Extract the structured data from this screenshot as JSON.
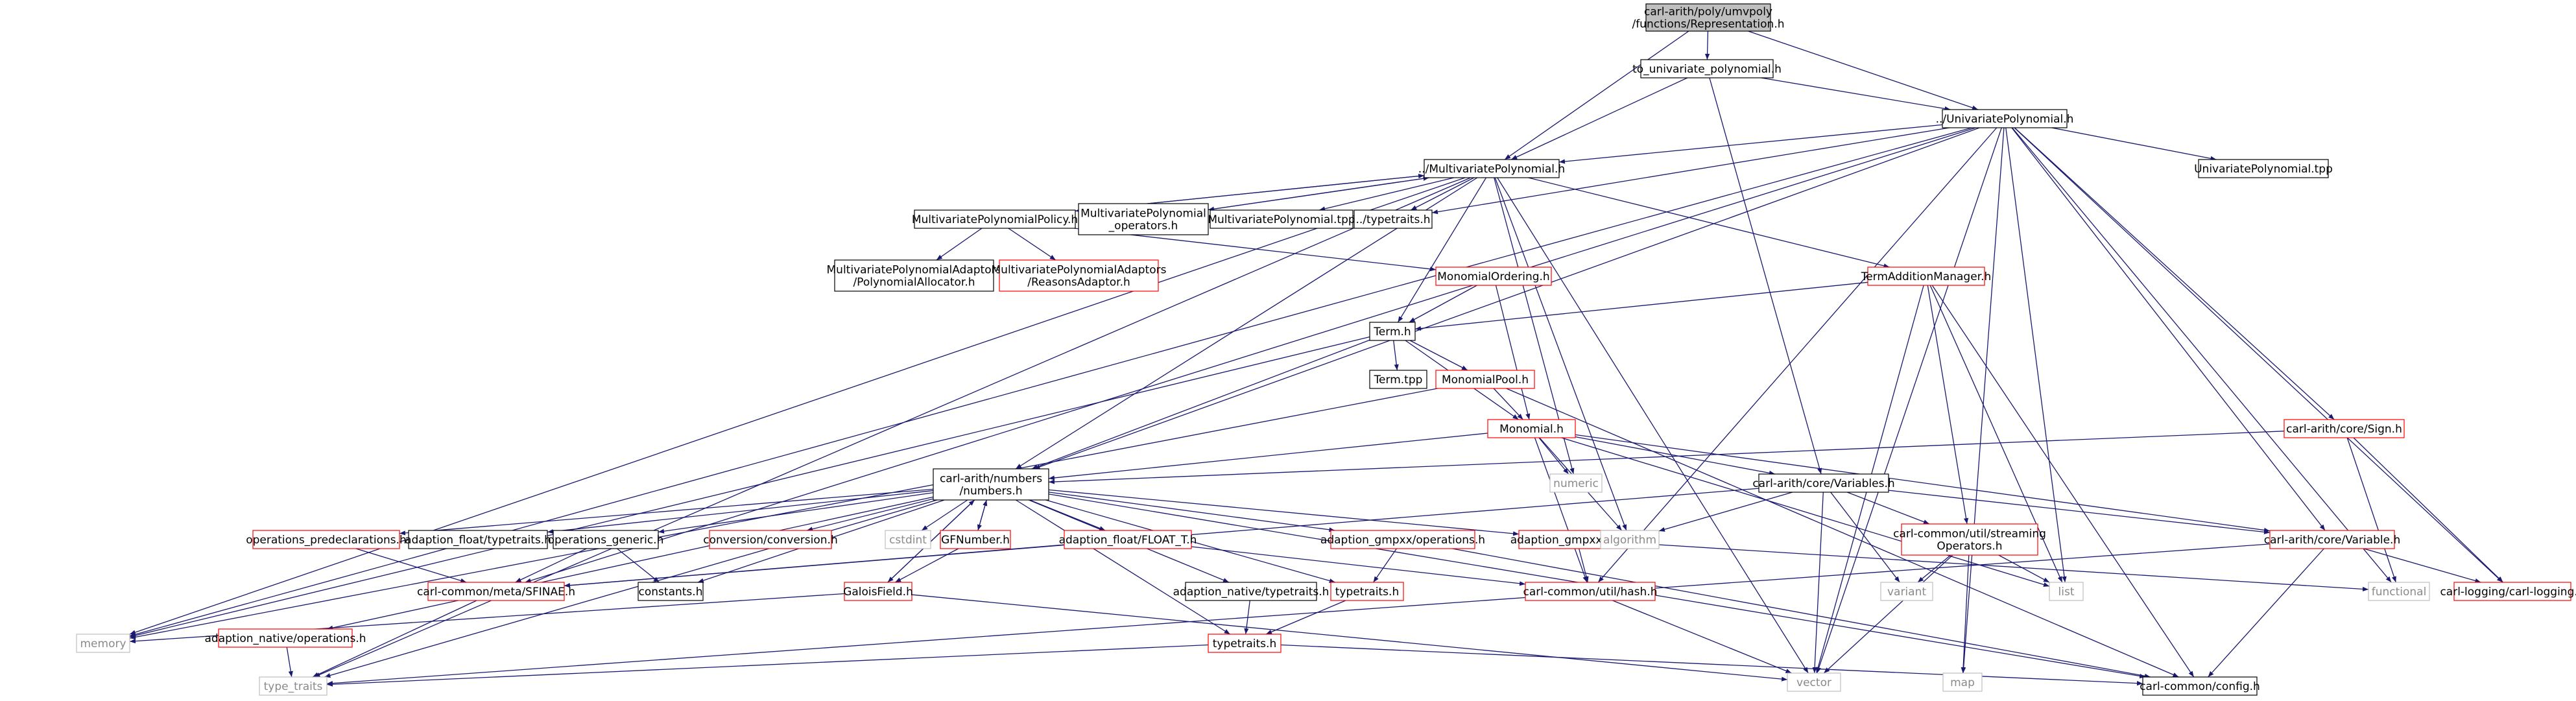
{
  "diagram": {
    "kind": "include-dependency-graph",
    "colors": {
      "edge": "#191970",
      "node_border_default": "#000000",
      "node_border_truncated": "#ff0000",
      "node_border_system": "#bfbfbf",
      "root_fill": "#bfbfbf",
      "text_default": "#000000",
      "text_system": "#8a8a8a"
    },
    "nodes": [
      {
        "id": "root",
        "lines": [
          "carl-arith/poly/umvpoly",
          "/functions/Representation.h"
        ],
        "style": "root"
      },
      {
        "id": "to_univ",
        "lines": [
          "to_univariate_polynomial.h"
        ],
        "style": "default"
      },
      {
        "id": "univ",
        "lines": [
          "../UnivariatePolynomial.h"
        ],
        "style": "default"
      },
      {
        "id": "multi",
        "lines": [
          "../MultivariatePolynomial.h"
        ],
        "style": "default"
      },
      {
        "id": "univ_tpp",
        "lines": [
          "UnivariatePolynomial.tpp"
        ],
        "style": "default"
      },
      {
        "id": "mpp",
        "lines": [
          "MultivariatePolynomialPolicy.h"
        ],
        "style": "default"
      },
      {
        "id": "mp_ops",
        "lines": [
          "MultivariatePolynomial",
          "_operators.h"
        ],
        "style": "default"
      },
      {
        "id": "mp_tpp",
        "lines": [
          "MultivariatePolynomial.tpp"
        ],
        "style": "default"
      },
      {
        "id": "typetraits_up",
        "lines": [
          "../typetraits.h"
        ],
        "style": "default"
      },
      {
        "id": "mpa_alloc",
        "lines": [
          "MultivariatePolynomialAdaptors",
          "/PolynomialAllocator.h"
        ],
        "style": "default"
      },
      {
        "id": "mpa_reasons",
        "lines": [
          "MultivariatePolynomialAdaptors",
          "/ReasonsAdaptor.h"
        ],
        "style": "truncated"
      },
      {
        "id": "mono_order",
        "lines": [
          "MonomialOrdering.h"
        ],
        "style": "truncated"
      },
      {
        "id": "term_add",
        "lines": [
          "TermAdditionManager.h"
        ],
        "style": "truncated"
      },
      {
        "id": "term",
        "lines": [
          "Term.h"
        ],
        "style": "default"
      },
      {
        "id": "term_tpp",
        "lines": [
          "Term.tpp"
        ],
        "style": "default"
      },
      {
        "id": "mono_pool",
        "lines": [
          "MonomialPool.h"
        ],
        "style": "truncated"
      },
      {
        "id": "monomial",
        "lines": [
          "Monomial.h"
        ],
        "style": "truncated"
      },
      {
        "id": "sign",
        "lines": [
          "carl-arith/core/Sign.h"
        ],
        "style": "truncated"
      },
      {
        "id": "numbers",
        "lines": [
          "carl-arith/numbers",
          "/numbers.h"
        ],
        "style": "default"
      },
      {
        "id": "numeric",
        "lines": [
          "numeric"
        ],
        "style": "system"
      },
      {
        "id": "variables",
        "lines": [
          "carl-arith/core/Variables.h"
        ],
        "style": "default"
      },
      {
        "id": "ops_pre",
        "lines": [
          "operations_predeclarations.h"
        ],
        "style": "truncated"
      },
      {
        "id": "adapt_float_tt",
        "lines": [
          "adaption_float/typetraits.h"
        ],
        "style": "default"
      },
      {
        "id": "ops_generic",
        "lines": [
          "operations_generic.h"
        ],
        "style": "default"
      },
      {
        "id": "conversion",
        "lines": [
          "conversion/conversion.h"
        ],
        "style": "truncated"
      },
      {
        "id": "cstdint",
        "lines": [
          "cstdint"
        ],
        "style": "system"
      },
      {
        "id": "gfnumber",
        "lines": [
          "GFNumber.h"
        ],
        "style": "truncated"
      },
      {
        "id": "float_t",
        "lines": [
          "adaption_float/FLOAT_T.h"
        ],
        "style": "truncated"
      },
      {
        "id": "gmpxx_ops",
        "lines": [
          "adaption_gmpxx/operations.h"
        ],
        "style": "truncated"
      },
      {
        "id": "gmpxx_hash",
        "lines": [
          "adaption_gmpxx/hash.h"
        ],
        "style": "truncated"
      },
      {
        "id": "algorithm",
        "lines": [
          "algorithm"
        ],
        "style": "system"
      },
      {
        "id": "streaming",
        "lines": [
          "carl-common/util/streaming",
          "Operators.h"
        ],
        "style": "truncated"
      },
      {
        "id": "variable",
        "lines": [
          "carl-arith/core/Variable.h"
        ],
        "style": "truncated"
      },
      {
        "id": "sfinae",
        "lines": [
          "carl-common/meta/SFINAE.h"
        ],
        "style": "truncated"
      },
      {
        "id": "constants",
        "lines": [
          "constants.h"
        ],
        "style": "default"
      },
      {
        "id": "galois",
        "lines": [
          "GaloisField.h"
        ],
        "style": "truncated"
      },
      {
        "id": "native_tt",
        "lines": [
          "adaption_native/typetraits.h"
        ],
        "style": "default"
      },
      {
        "id": "typetraits_n",
        "lines": [
          "typetraits.h"
        ],
        "style": "truncated"
      },
      {
        "id": "hash",
        "lines": [
          "carl-common/util/hash.h"
        ],
        "style": "truncated"
      },
      {
        "id": "variant",
        "lines": [
          "variant"
        ],
        "style": "system"
      },
      {
        "id": "list",
        "lines": [
          "list"
        ],
        "style": "system"
      },
      {
        "id": "functional",
        "lines": [
          "functional"
        ],
        "style": "system"
      },
      {
        "id": "logging",
        "lines": [
          "carl-logging/carl-logging.h"
        ],
        "style": "truncated"
      },
      {
        "id": "memory",
        "lines": [
          "memory"
        ],
        "style": "system"
      },
      {
        "id": "native_ops",
        "lines": [
          "adaption_native/operations.h"
        ],
        "style": "truncated"
      },
      {
        "id": "typetraits_lo",
        "lines": [
          "typetraits.h"
        ],
        "style": "truncated"
      },
      {
        "id": "vector",
        "lines": [
          "vector"
        ],
        "style": "system"
      },
      {
        "id": "map",
        "lines": [
          "map"
        ],
        "style": "system"
      },
      {
        "id": "type_traits",
        "lines": [
          "type_traits"
        ],
        "style": "system"
      },
      {
        "id": "config",
        "lines": [
          "carl-common/config.h"
        ],
        "style": "default"
      }
    ],
    "edges": [
      [
        "root",
        "to_univ"
      ],
      [
        "root",
        "univ"
      ],
      [
        "root",
        "multi"
      ],
      [
        "to_univ",
        "univ"
      ],
      [
        "to_univ",
        "multi"
      ],
      [
        "to_univ",
        "variables"
      ],
      [
        "univ",
        "multi"
      ],
      [
        "univ",
        "univ_tpp"
      ],
      [
        "univ",
        "typetraits_up"
      ],
      [
        "univ",
        "numbers"
      ],
      [
        "univ",
        "sign"
      ],
      [
        "univ",
        "variable"
      ],
      [
        "univ",
        "hash"
      ],
      [
        "univ",
        "list"
      ],
      [
        "univ",
        "functional"
      ],
      [
        "univ",
        "logging"
      ],
      [
        "univ",
        "memory"
      ],
      [
        "univ",
        "vector"
      ],
      [
        "univ",
        "map"
      ],
      [
        "univ",
        "sfinae"
      ],
      [
        "multi",
        "mpp"
      ],
      [
        "multi",
        "mp_ops"
      ],
      [
        "multi",
        "mp_tpp"
      ],
      [
        "multi",
        "typetraits_up"
      ],
      [
        "multi",
        "term"
      ],
      [
        "multi",
        "term_add"
      ],
      [
        "multi",
        "numbers"
      ],
      [
        "multi",
        "numeric"
      ],
      [
        "multi",
        "algorithm"
      ],
      [
        "multi",
        "vector"
      ],
      [
        "multi",
        "memory"
      ],
      [
        "multi",
        "type_traits"
      ],
      [
        "mpp",
        "mpa_alloc"
      ],
      [
        "mpp",
        "mpa_reasons"
      ],
      [
        "mpp",
        "mono_order"
      ],
      [
        "mpp",
        "multi"
      ],
      [
        "mp_ops",
        "multi"
      ],
      [
        "mono_order",
        "term"
      ],
      [
        "mono_order",
        "monomial"
      ],
      [
        "term_add",
        "term"
      ],
      [
        "term_add",
        "streaming"
      ],
      [
        "term_add",
        "list"
      ],
      [
        "term_add",
        "vector"
      ],
      [
        "term_add",
        "config"
      ],
      [
        "term",
        "term_tpp"
      ],
      [
        "term",
        "mono_pool"
      ],
      [
        "term",
        "monomial"
      ],
      [
        "term",
        "numbers"
      ],
      [
        "term",
        "memory"
      ],
      [
        "mono_pool",
        "monomial"
      ],
      [
        "mono_pool",
        "memory"
      ],
      [
        "mono_pool",
        "config"
      ],
      [
        "monomial",
        "numbers"
      ],
      [
        "monomial",
        "numeric"
      ],
      [
        "monomial",
        "variables"
      ],
      [
        "monomial",
        "algorithm"
      ],
      [
        "monomial",
        "variable"
      ],
      [
        "monomial",
        "hash"
      ],
      [
        "monomial",
        "list"
      ],
      [
        "sign",
        "numbers"
      ],
      [
        "sign",
        "logging"
      ],
      [
        "sign",
        "functional"
      ],
      [
        "numbers",
        "ops_pre"
      ],
      [
        "numbers",
        "adapt_float_tt"
      ],
      [
        "numbers",
        "ops_generic"
      ],
      [
        "numbers",
        "constants"
      ],
      [
        "numbers",
        "conversion"
      ],
      [
        "numbers",
        "cstdint"
      ],
      [
        "numbers",
        "gfnumber"
      ],
      [
        "numbers",
        "galois"
      ],
      [
        "numbers",
        "float_t"
      ],
      [
        "numbers",
        "native_tt"
      ],
      [
        "numbers",
        "native_ops"
      ],
      [
        "numbers",
        "typetraits_n"
      ],
      [
        "numbers",
        "typetraits_lo"
      ],
      [
        "numbers",
        "gmpxx_ops"
      ],
      [
        "numbers",
        "gmpxx_hash"
      ],
      [
        "numbers",
        "type_traits"
      ],
      [
        "numbers",
        "config"
      ],
      [
        "variables",
        "algorithm"
      ],
      [
        "variables",
        "streaming"
      ],
      [
        "variables",
        "variable"
      ],
      [
        "variables",
        "variant"
      ],
      [
        "variables",
        "vector"
      ],
      [
        "variables",
        "sfinae"
      ],
      [
        "ops_pre",
        "sfinae"
      ],
      [
        "ops_generic",
        "sfinae"
      ],
      [
        "ops_generic",
        "constants"
      ],
      [
        "gfnumber",
        "galois"
      ],
      [
        "gfnumber",
        "numbers"
      ],
      [
        "galois",
        "numbers"
      ],
      [
        "galois",
        "memory"
      ],
      [
        "galois",
        "vector"
      ],
      [
        "float_t",
        "sfinae"
      ],
      [
        "float_t",
        "hash"
      ],
      [
        "gmpxx_ops",
        "typetraits_n"
      ],
      [
        "gmpxx_ops",
        "config"
      ],
      [
        "gmpxx_hash",
        "hash"
      ],
      [
        "gmpxx_hash",
        "functional"
      ],
      [
        "streaming",
        "variant"
      ],
      [
        "streaming",
        "list"
      ],
      [
        "streaming",
        "vector"
      ],
      [
        "streaming",
        "map"
      ],
      [
        "variable",
        "logging"
      ],
      [
        "variable",
        "config"
      ],
      [
        "variable",
        "type_traits"
      ],
      [
        "sfinae",
        "type_traits"
      ],
      [
        "native_tt",
        "typetraits_lo"
      ],
      [
        "typetraits_n",
        "typetraits_lo"
      ],
      [
        "native_ops",
        "type_traits"
      ],
      [
        "typetraits_lo",
        "type_traits"
      ],
      [
        "typetraits_lo",
        "config"
      ],
      [
        "hash",
        "vector"
      ]
    ]
  }
}
